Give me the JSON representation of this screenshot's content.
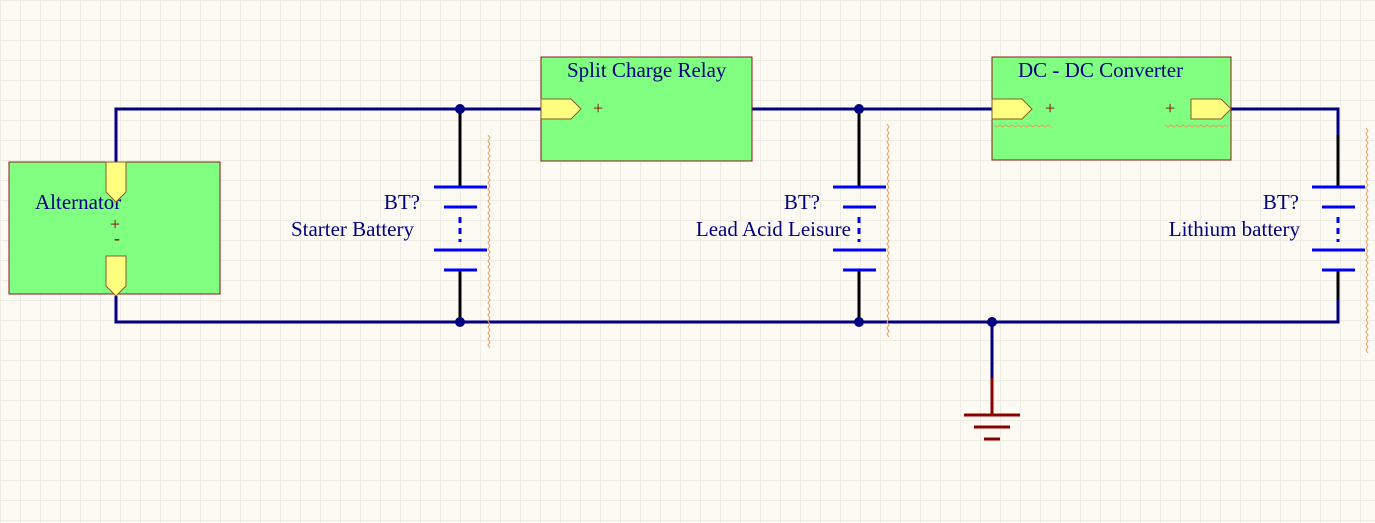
{
  "components": {
    "alternator": {
      "name": "Alternator",
      "pin_plus": "+",
      "pin_minus": "-"
    },
    "split_charge_relay": {
      "name": "Split Charge Relay",
      "pin_plus": "+"
    },
    "dc_dc_converter": {
      "name": "DC - DC Converter",
      "pin_in_plus": "+",
      "pin_out_plus": "+"
    }
  },
  "batteries": [
    {
      "designator": "BT?",
      "name": "Starter Battery"
    },
    {
      "designator": "BT?",
      "name": "Lead Acid Leisure"
    },
    {
      "designator": "BT?",
      "name": "Lithium battery"
    }
  ],
  "colors": {
    "block_fill": "#80ff80",
    "block_border": "#8b1a1a",
    "wire": "#000080",
    "battery": "#0000ff",
    "ground": "#8b0000",
    "pin_fill": "#ffff80",
    "pin_border": "#8b5a2b",
    "junction": "#000080"
  }
}
